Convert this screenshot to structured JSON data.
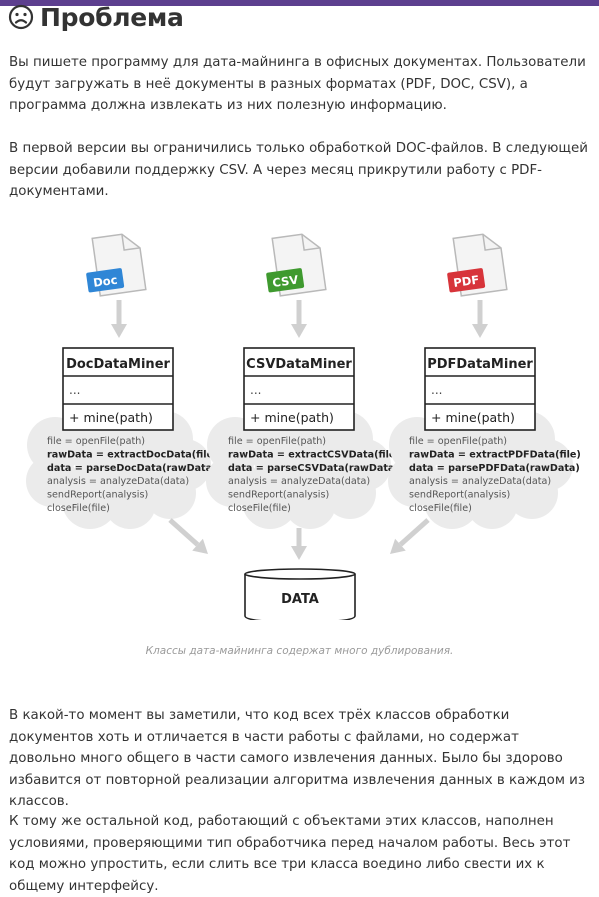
{
  "section": {
    "icon": "frowning-face-icon",
    "title": "Проблема"
  },
  "paragraphs": [
    "Вы пишете программу для дата-майнинга в офисных документах. Пользователи будут загружать в неё документы в разных форматах (PDF, DOC, CSV), а программа должна извлекать из них полезную информацию.",
    "В первой версии вы ограничились только обработкой DOC-файлов. В следующей версии добавили поддержку CSV. А через месяц прикрутили работу с PDF-документами.",
    "В какой-то момент вы заметили, что код всех трёх классов обработки документов хоть и отличается в части работы с файлами, но содержат довольно много общего в части самого извлечения данных. Было бы здорово избавится от повторной реализации алгоритма извлечения данных в каждом из классов.",
    "К тому же остальной код, работающий с объектами этих классов, наполнен условиями, проверяющими тип обработчика перед началом работы. Весь этот код можно упростить, если слить все три класса воедино либо свести их к общему интерфейсу."
  ],
  "diagram": {
    "miners": [
      {
        "file_label": "Doc",
        "file_color": "#2f86d6",
        "class_name": "DocDataMiner",
        "fields": "...",
        "method": "+ mine(path)",
        "code": [
          {
            "text": "file = openFile(path)",
            "bold": false
          },
          {
            "text": "rawData = extractDocData(file)",
            "bold": true
          },
          {
            "text": "data = parseDocData(rawData)",
            "bold": true
          },
          {
            "text": "analysis = analyzeData(data)",
            "bold": false
          },
          {
            "text": "sendReport(analysis)",
            "bold": false
          },
          {
            "text": "closeFile(file)",
            "bold": false
          }
        ]
      },
      {
        "file_label": "CSV",
        "file_color": "#3f9a2f",
        "class_name": "CSVDataMiner",
        "fields": "...",
        "method": "+ mine(path)",
        "code": [
          {
            "text": "file = openFile(path)",
            "bold": false
          },
          {
            "text": "rawData = extractCSVData(file)",
            "bold": true
          },
          {
            "text": "data = parseCSVData(rawData)",
            "bold": true
          },
          {
            "text": "analysis = analyzeData(data)",
            "bold": false
          },
          {
            "text": "sendReport(analysis)",
            "bold": false
          },
          {
            "text": "closeFile(file)",
            "bold": false
          }
        ]
      },
      {
        "file_label": "PDF",
        "file_color": "#d7343a",
        "class_name": "PDFDataMiner",
        "fields": "...",
        "method": "+ mine(path)",
        "code": [
          {
            "text": "file = openFile(path)",
            "bold": false
          },
          {
            "text": "rawData = extractPDFData(file)",
            "bold": true
          },
          {
            "text": "data = parsePDFData(rawData)",
            "bold": true
          },
          {
            "text": "analysis = analyzeData(data)",
            "bold": false
          },
          {
            "text": "sendReport(analysis)",
            "bold": false
          },
          {
            "text": "closeFile(file)",
            "bold": false
          }
        ]
      }
    ],
    "database_label": "DATA",
    "caption": "Классы дата-майнинга содержат много дублирования."
  },
  "colors": {
    "accent_bar": "#5d3f8f",
    "arrow": "#d0d0d0",
    "cloud": "#ebebeb",
    "text": "#333333"
  }
}
